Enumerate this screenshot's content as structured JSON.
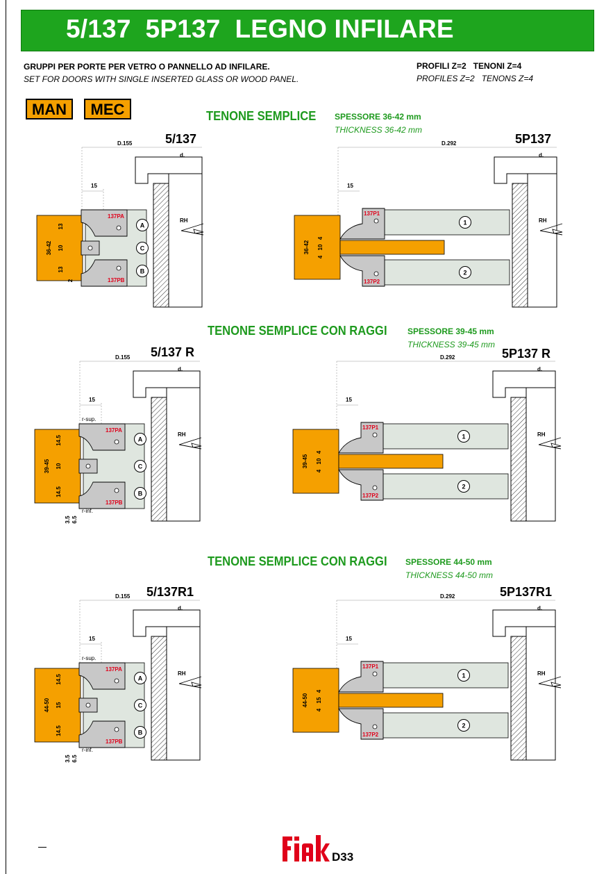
{
  "banner": {
    "title": "5/137  5P137  LEGNO INFILARE"
  },
  "header": {
    "line1": "GRUPPI PER PORTE PER VETRO O PANNELLO AD INFILARE.",
    "line2": "SET FOR DOORS WITH SINGLE INSERTED GLASS OR WOOD PANEL.",
    "profiles_it": "PROFILI Z=2   TENONI Z=4",
    "profiles_en": "PROFILES Z=2   TENONS Z=4"
  },
  "tags": {
    "man": "MAN",
    "mec": "MEC"
  },
  "sections": [
    {
      "title": "TENONE SEMPLICE",
      "spessore": "SPESSORE 36-42 mm",
      "thickness": "THICKNESS 36-42 mm",
      "left": {
        "title": "5/137",
        "diameter": "D.155",
        "d": "d.",
        "dim15": "15",
        "rh": "RH",
        "range": "36-42",
        "dims": [
          "13",
          "10",
          "13",
          "2"
        ],
        "code_top": "137PA",
        "code_bot": "137PB",
        "circles": [
          "A",
          "C",
          "B"
        ],
        "r_sup": "",
        "r_inf": "",
        "bottom_dims": []
      },
      "right": {
        "title": "5P137",
        "diameter": "D.292",
        "d": "d.",
        "dim15": "15",
        "rh": "RH",
        "range": "36-42",
        "dims": [
          "4",
          "10",
          "4"
        ],
        "code_top": "137P1",
        "code_bot": "137P2",
        "circles": [
          "1",
          "2"
        ]
      }
    },
    {
      "title": "TENONE SEMPLICE CON RAGGI",
      "spessore": "SPESSORE 39-45 mm",
      "thickness": "THICKNESS 39-45 mm",
      "left": {
        "title": "5/137 R",
        "diameter": "D.155",
        "d": "d.",
        "dim15": "15",
        "rh": "RH",
        "range": "39-45",
        "dims": [
          "14.5",
          "10",
          "14.5"
        ],
        "code_top": "137PA",
        "code_bot": "137PB",
        "circles": [
          "A",
          "C",
          "B"
        ],
        "r_sup": "r-sup.",
        "r_inf": "r-inf.",
        "bottom_dims": [
          "3.5",
          "6.5"
        ]
      },
      "right": {
        "title": "5P137 R",
        "diameter": "D.292",
        "d": "d.",
        "dim15": "15",
        "rh": "RH",
        "range": "39-45",
        "dims": [
          "4",
          "10",
          "4"
        ],
        "code_top": "137P1",
        "code_bot": "137P2",
        "circles": [
          "1",
          "2"
        ]
      }
    },
    {
      "title": "TENONE SEMPLICE CON RAGGI",
      "spessore": "SPESSORE 44-50 mm",
      "thickness": "THICKNESS 44-50 mm",
      "left": {
        "title": "5/137R1",
        "diameter": "D.155",
        "d": "d.",
        "dim15": "15",
        "rh": "RH",
        "range": "44-50",
        "dims": [
          "14.5",
          "15",
          "14.5"
        ],
        "code_top": "137PA",
        "code_bot": "137PB",
        "circles": [
          "A",
          "C",
          "B"
        ],
        "r_sup": "r-sup.",
        "r_inf": "r-inf.",
        "bottom_dims": [
          "3.5",
          "6.5"
        ]
      },
      "right": {
        "title": "5P137R1",
        "diameter": "D.292",
        "d": "d.",
        "dim15": "15",
        "rh": "RH",
        "range": "44-50",
        "dims": [
          "4",
          "15",
          "4"
        ],
        "code_top": "137P1",
        "code_bot": "137P2",
        "circles": [
          "1",
          "2"
        ]
      }
    }
  ],
  "footer": {
    "brand": "fiak",
    "page": "D33"
  },
  "colors": {
    "green": "#1ea51e",
    "orange": "#f5a000",
    "tool_gray": "#c8c8c8",
    "arbor_gray": "#dfe6df",
    "code_red": "#e0001a"
  }
}
